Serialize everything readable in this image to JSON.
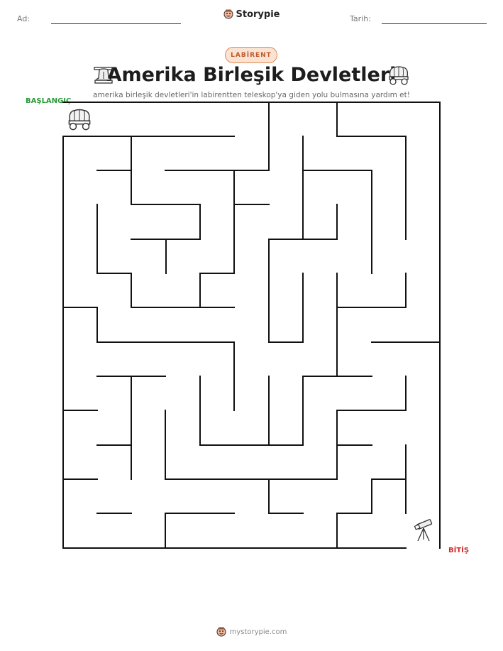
{
  "header": {
    "name_label": "Ad:",
    "date_label": "Tarih:",
    "brand": "Storypie",
    "brand_icon": "storypie-logo-icon"
  },
  "badge": "LABİRENT",
  "title": "Amerika Birleşik Devletleri",
  "subtitle": "amerika birleşik devletleri'in labirentten teleskop'ya giden yolu bulmasına yardım et!",
  "maze": {
    "start_label": "BAŞLANGIÇ",
    "end_label": "BİTİŞ",
    "start_icon": "covered-wagon-icon",
    "end_icon": "telescope-icon",
    "title_icons": [
      "liberty-bell-icon",
      "covered-wagon-icon"
    ],
    "line_color": "#111111"
  },
  "footer": {
    "url": "mystorypie.com",
    "icon": "storypie-logo-icon"
  },
  "colors": {
    "start": "#2a9a3a",
    "end": "#d42a2a",
    "badge_bg": "#fbe3d3",
    "badge_border": "#e08a55"
  }
}
